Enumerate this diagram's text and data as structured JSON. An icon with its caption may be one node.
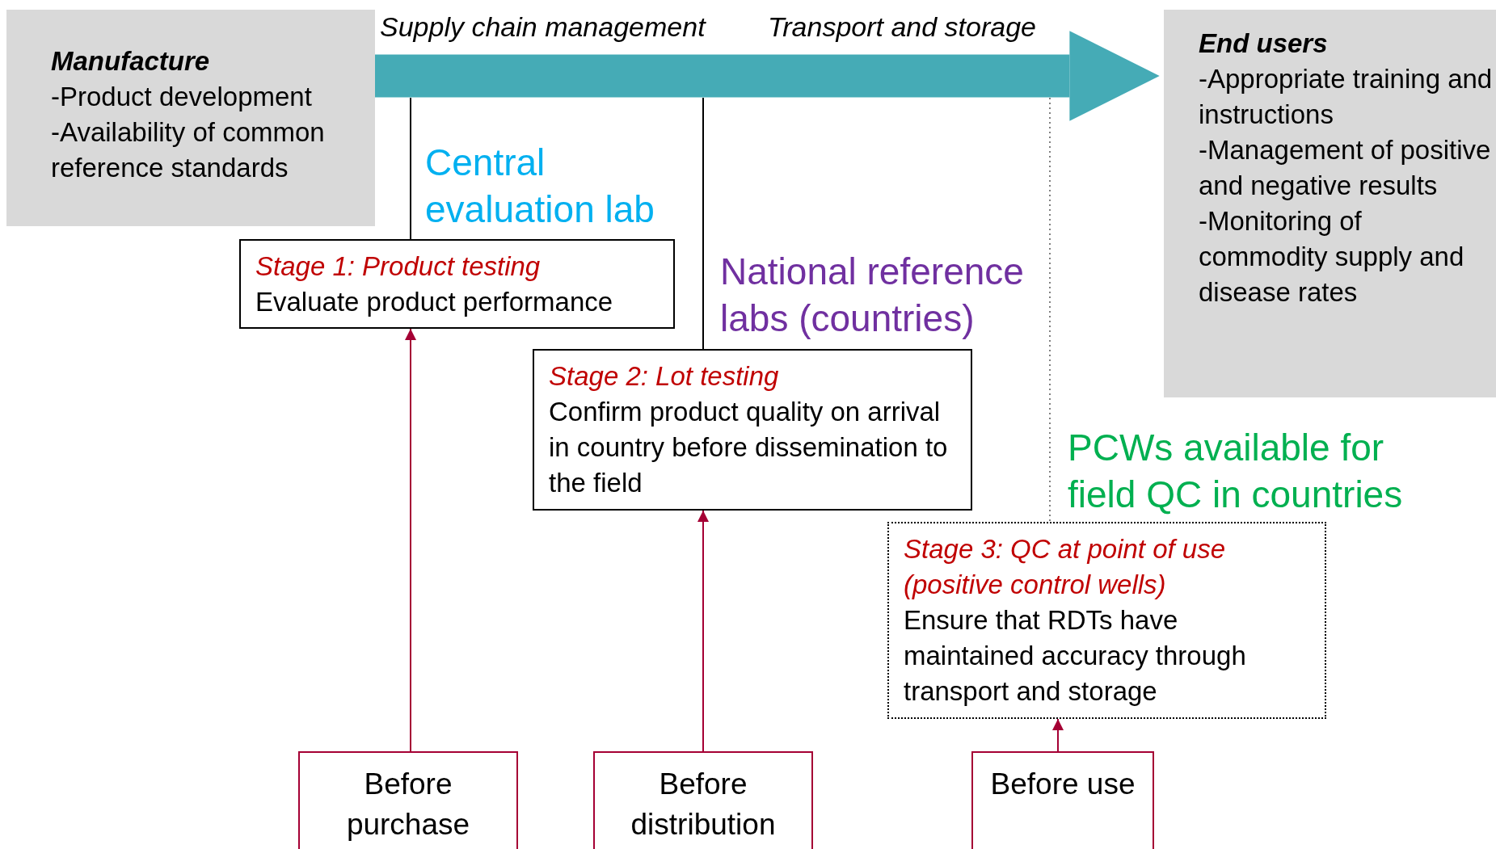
{
  "diagram": {
    "nodes": [
      {
        "text": [
          "Manufacture",
          "-Product development",
          "-Availability of common reference standards"
        ]
      },
      {
        "text": [
          "End users",
          "-Appropriate training and instructions",
          "-Management of positive and negative results",
          "-Monitoring of commodity supply and disease rates"
        ]
      },
      {
        "text": [
          "Stage 1: Product testing",
          "Evaluate product performance"
        ]
      },
      {
        "text": [
          "Stage 2: Lot testing",
          "Confirm product quality on arrival in country before dissemination to the field"
        ]
      },
      {
        "text": [
          "Stage 3: QC at point of use (positive control wells)",
          "Ensure that RDTs have maintained accuracy through transport and storage"
        ]
      },
      {
        "text": [
          "Before purchase"
        ]
      },
      {
        "text": [
          "Before distribution"
        ]
      },
      {
        "text": [
          "Before use"
        ]
      }
    ],
    "edges": [
      {
        "from": 0,
        "to": 1,
        "arrow": "to",
        "style": "thick",
        "color": "#45abb6"
      },
      {
        "from": null,
        "to": 2,
        "arrow": "none",
        "color": "#000000"
      },
      {
        "from": null,
        "to": 3,
        "arrow": "none",
        "color": "#000000"
      },
      {
        "from": null,
        "to": 4,
        "arrow": "none",
        "style": "dashed",
        "color": "#808080"
      },
      {
        "from": 5,
        "to": 2,
        "arrow": "to",
        "color": "#a50034"
      },
      {
        "from": 6,
        "to": 3,
        "arrow": "to",
        "color": "#a50034"
      },
      {
        "from": 7,
        "to": 4,
        "arrow": "to",
        "color": "#a50034"
      }
    ],
    "labels": [
      "Supply chain management",
      "Transport and storage",
      "Central evaluation lab",
      "National reference labs (countries)",
      "PCWs available for field QC in countries"
    ]
  }
}
